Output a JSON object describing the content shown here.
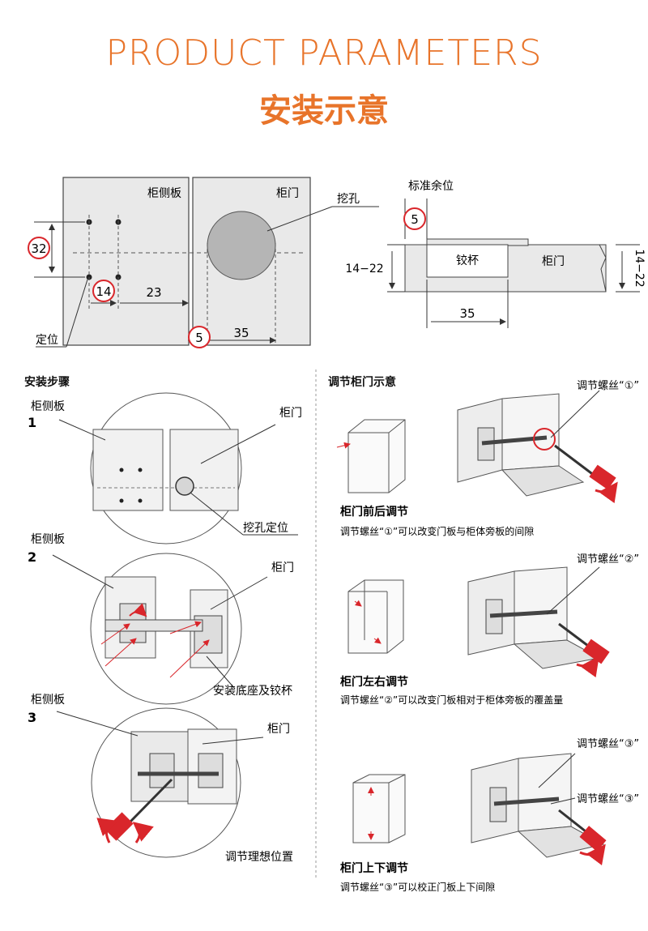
{
  "header": {
    "title_en": "PRODUCT PARAMETERS",
    "title_cn": "安装示意"
  },
  "top_diagram": {
    "side_panel_label": "柜侧板",
    "door_label": "柜门",
    "hole_label": "挖孔",
    "locate_label": "定位",
    "dim_32": "32",
    "dim_14": "14",
    "dim_23": "23",
    "dim_5": "5",
    "dim_35": "35",
    "std_margin_label": "标准余位",
    "dim_5b": "5",
    "cup_label": "铰杯",
    "door_label2": "柜门",
    "dim_14_22": "14−22",
    "dim_14_22r": "14−22",
    "dim_35b": "35"
  },
  "install": {
    "heading": "安装步骤",
    "step1": {
      "num": "1",
      "side": "柜侧板",
      "door": "柜门",
      "note": "挖孔定位"
    },
    "step2": {
      "num": "2",
      "side": "柜侧板",
      "door": "柜门",
      "note": "安装底座及铰杯"
    },
    "step3": {
      "num": "3",
      "side": "柜侧板",
      "door": "柜门",
      "note": "调节理想位置"
    }
  },
  "adjust": {
    "heading": "调节柜门示意",
    "a1": {
      "screw": "调节螺丝“①”",
      "title": "柜门前后调节",
      "desc": "调节螺丝“①”可以改变门板与柜体旁板的间隙"
    },
    "a2": {
      "screw": "调节螺丝“②”",
      "title": "柜门左右调节",
      "desc": "调节螺丝“②”可以改变门板相对于柜体旁板的覆盖量"
    },
    "a3": {
      "screw": "调节螺丝“③”",
      "screw2": "调节螺丝“③”",
      "title": "柜门上下调节",
      "desc": "调节螺丝“③”可以校正门板上下间隙"
    }
  },
  "colors": {
    "accent": "#e8742a",
    "red": "#d9262b",
    "panel": "#e9e9e9",
    "line": "#333333"
  }
}
